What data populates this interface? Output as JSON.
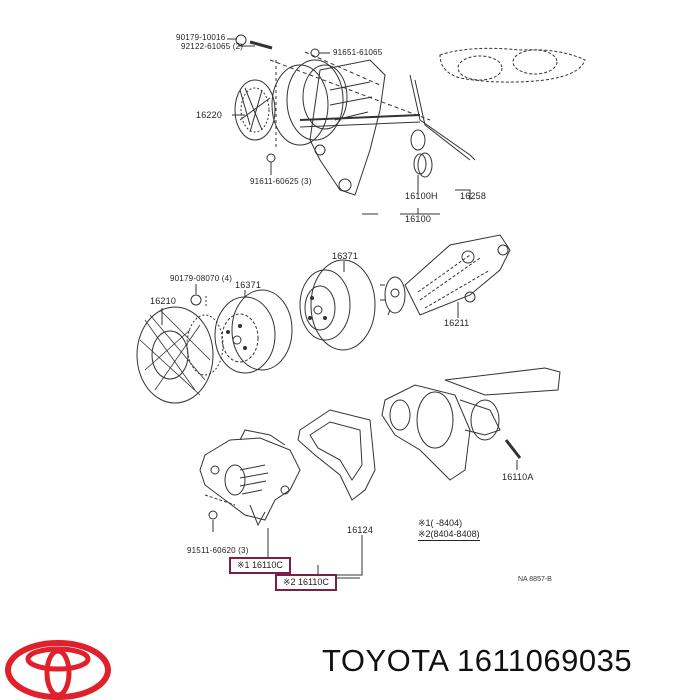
{
  "diagram": {
    "title": "Water pump / fan clutch exploded parts diagram",
    "part_labels": [
      {
        "id": "bolt-top",
        "text": "90179-10016"
      },
      {
        "id": "bolt-top-qty",
        "text": "92122-61065 (2)"
      },
      {
        "id": "nut-right",
        "text": "91651-61065"
      },
      {
        "id": "fan-clutch-top",
        "text": "16220"
      },
      {
        "id": "bolt-mid",
        "text": "91611-60625 (3)"
      },
      {
        "id": "gasket-h",
        "text": "16100H"
      },
      {
        "id": "assy",
        "text": "16100"
      },
      {
        "id": "pipe",
        "text": "16258"
      },
      {
        "id": "nut-mid",
        "text": "90179-08070 (4)"
      },
      {
        "id": "pulley-a",
        "text": "16371"
      },
      {
        "id": "pulley-b",
        "text": "16371"
      },
      {
        "id": "fan-clutch",
        "text": "16210"
      },
      {
        "id": "bracket",
        "text": "16211"
      },
      {
        "id": "stud",
        "text": "16110A"
      },
      {
        "id": "gasket",
        "text": "16124"
      },
      {
        "id": "bolt-bottom",
        "text": "91511-60620 (3)"
      }
    ],
    "callouts": [
      {
        "id": "callout-1",
        "text": "※1 16110C"
      },
      {
        "id": "callout-2",
        "text": "※2 16110C"
      }
    ],
    "legend": [
      {
        "text": "※1(      -8404)"
      },
      {
        "text": "※2(8404-8408)"
      }
    ],
    "reference_code": "NA 8857-B"
  },
  "caption": {
    "brand": "TOYOTA",
    "part_number": "1611069035",
    "full": "TOYOTA 1611069035"
  },
  "colors": {
    "brand_red": "#e0202a",
    "callout_border": "#7a1f45",
    "line": "#333333"
  }
}
